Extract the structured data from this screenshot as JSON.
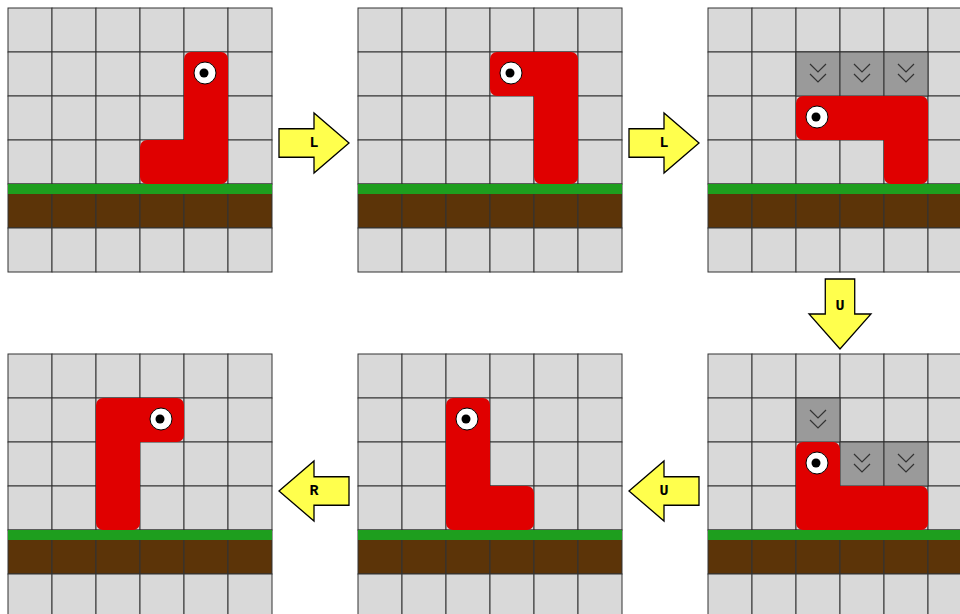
{
  "diagram": {
    "nodes": [
      {
        "text": [
          "L"
        ]
      },
      {
        "text": [
          "L"
        ]
      },
      {
        "text": [
          "U"
        ]
      },
      {
        "text": [
          "U"
        ]
      },
      {
        "text": [
          "R"
        ]
      }
    ]
  }
}
